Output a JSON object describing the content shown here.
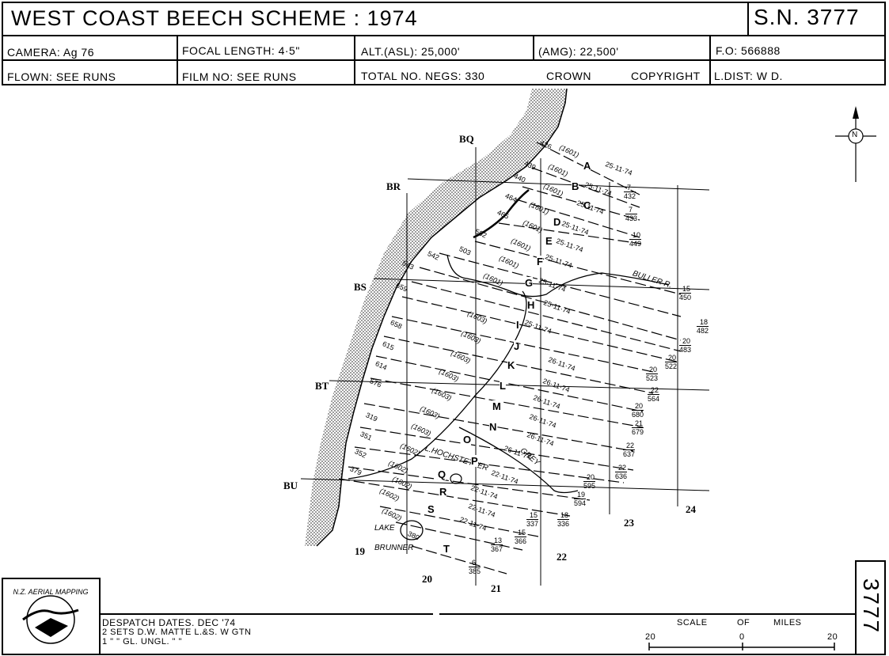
{
  "header": {
    "title": "WEST  COAST  BEECH SCHEME",
    "year": "1974",
    "sheet_number": "S.N. 3777",
    "row1": {
      "camera": "CAMERA: Ag 76",
      "focal_length": "FOCAL  LENGTH: 4·5\"",
      "alt_asl": "ALT.(ASL): 25,000'",
      "alt_amg": "(AMG): 22,500'",
      "fo": "F.O: 566888"
    },
    "row2": {
      "flown": "FLOWN: SEE RUNS",
      "film_no": "FILM  NO: SEE RUNS",
      "total_negs": "TOTAL  NO.  NEGS: 330",
      "crown": "CROWN",
      "copyright": "COPYRIGHT",
      "l_dist": "L.DIST:  W D."
    }
  },
  "map": {
    "grid_labels": {
      "rows": [
        "BQ",
        "BR",
        "BS",
        "BT",
        "BU"
      ],
      "cols": [
        "19",
        "20",
        "21",
        "22",
        "23",
        "24"
      ]
    },
    "runs": [
      {
        "letter": "A",
        "film": "(1601)",
        "date": "25·11·74",
        "start": "426",
        "end_top": "",
        "end_bottom": ""
      },
      {
        "letter": "B",
        "film": "(1601)",
        "date": "25·11·74",
        "start": "439",
        "end_top": "7",
        "end_bottom": "432"
      },
      {
        "letter": "C",
        "film": "(1601)",
        "date": "25·11·74",
        "start": "440",
        "end_top": "7",
        "end_bottom": "433"
      },
      {
        "letter": "D",
        "film": "(1601)",
        "date": "25·11·74",
        "start": "464",
        "end_top": "",
        "end_bottom": ""
      },
      {
        "letter": "E",
        "film": "(1601)",
        "date": "25·11·74",
        "start": "465",
        "end_top": "10",
        "end_bottom": "449"
      },
      {
        "letter": "F",
        "film": "(1601)",
        "date": "25·11·74",
        "start": "502",
        "end_top": "",
        "end_bottom": ""
      },
      {
        "letter": "G",
        "film": "(1601)",
        "date": "25·11·74",
        "start": "542",
        "end_top": "15",
        "end_bottom": "450"
      },
      {
        "letter": "H",
        "film": "(1601)",
        "date": "25·11·74",
        "start": "503",
        "end_top": "18",
        "end_bottom": "482"
      },
      {
        "letter": "I",
        "film": "(1603)",
        "date": "25·11·74",
        "start": "543",
        "end_top": "20",
        "end_bottom": "483"
      },
      {
        "letter": "J",
        "film": "(1603)",
        "date": "",
        "start": "659",
        "end_top": "20",
        "end_bottom": "522"
      },
      {
        "letter": "K",
        "film": "(1603)",
        "date": "26·11·74",
        "start": "658",
        "end_top": "20",
        "end_bottom": "523"
      },
      {
        "letter": "L",
        "film": "(1603)",
        "date": "26·11·74",
        "start": "615",
        "end_top": "22",
        "end_bottom": "564"
      },
      {
        "letter": "M",
        "film": "(1603)",
        "date": "26·11·74",
        "start": "614",
        "end_top": "20",
        "end_bottom": "680"
      },
      {
        "letter": "N",
        "film": "(1603)",
        "date": "26·11·74",
        "start": "576",
        "end_top": "21",
        "end_bottom": "679"
      },
      {
        "letter": "O",
        "film": "(1603)",
        "date": "26·11·74",
        "start": "319",
        "end_top": "22",
        "end_bottom": "637"
      },
      {
        "letter": "P",
        "film": "(1602)",
        "date": "26·11·74",
        "start": "351",
        "end_top": "22",
        "end_bottom": "636"
      },
      {
        "letter": "Q",
        "film": "(1602)",
        "date": "22·11·74",
        "start": "352",
        "end_top": "20",
        "end_bottom": "595"
      },
      {
        "letter": "R",
        "film": "(1602)",
        "date": "22·11·74",
        "start": "379",
        "end_top": "19",
        "end_bottom": "594"
      },
      {
        "letter": "S",
        "film": "(1602)",
        "date": "22·11·74",
        "start": "",
        "end_top": "18",
        "end_bottom": "336"
      },
      {
        "letter": "T",
        "film": "(1602)",
        "date": "22·11·74",
        "start": "380",
        "end_top": "15",
        "end_bottom": "337"
      }
    ],
    "extra_numbers": [
      {
        "top": "15",
        "bottom": "366"
      },
      {
        "top": "13",
        "bottom": "367"
      },
      {
        "top": "6",
        "bottom": "385"
      }
    ],
    "place_names": {
      "buller": "BULLER R.",
      "grey": "GREY",
      "hochstetter": "L.HOCHSTETTER",
      "lake": "LAKE",
      "brunner": "BRUNNER"
    },
    "north_label": "N"
  },
  "footer": {
    "logo_text": "N.Z. AERIAL MAPPING",
    "despatch": "DESPATCH  DATES.  DEC '74",
    "line2": "2  SETS   D.W. MATTE   L.&S. W GTN",
    "line3": "1     \"       \"   GL. UNGL. \"       \"",
    "scale_title": "SCALE",
    "scale_of": "OF",
    "scale_miles": "MILES",
    "scale_left": "20",
    "scale_mid": "0",
    "scale_right": "20",
    "side_number": "3777"
  }
}
